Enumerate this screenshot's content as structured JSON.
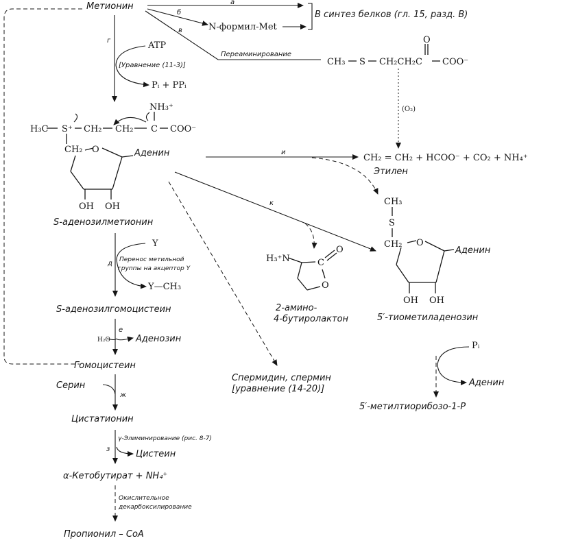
{
  "colors": {
    "ink": "#151515",
    "paper": "#ffffff"
  },
  "labels": {
    "methionine": "Метионин",
    "step_a": "а",
    "step_b": "б",
    "step_v": "в",
    "step_g": "г",
    "step_d": "д",
    "step_e": "е",
    "step_zh": "ж",
    "step_z": "з",
    "step_i": "и",
    "step_k": "к",
    "protein_synthesis": "В синтез белков (гл. 15, разд. В)",
    "n_formyl_met": "N-формил-Met",
    "transamination": "Переаминирование",
    "keto_ch3": "CH₃",
    "keto_s": "S",
    "keto_ch2ch2c": "CH₂CH₂C",
    "keto_coo": "COO⁻",
    "keto_o": "O",
    "o2": "(O₂)",
    "atp": "ATP",
    "eq_11_3": "[Уравнение (11-3)]",
    "pi_ppi": "Pᵢ + PPᵢ",
    "ethylene_products": "CH₂ = CH₂ + HCOO⁻ + CO₂ + NH₄⁺",
    "ethylene": "Этилен",
    "h3c": "H₃C",
    "s_plus": "S⁺",
    "ch2_a": "CH₂",
    "ch2_b": "CH₂",
    "c": "C",
    "coo": "COO⁻",
    "nh3_plus": "NH₃⁺",
    "ch2_ribose": "CH₂",
    "ring_o": "O",
    "adenine": "Аденин",
    "oh_1": "OH",
    "oh_2": "OH",
    "sam": "S-аденозилметионин",
    "y": "Y",
    "methyl_transfer_1": "Перенос метильной",
    "methyl_transfer_2": "группы на акцептор Y",
    "y_ch3": "Y—CH₃",
    "sah": "S-аденозилгомоцистеин",
    "h2o": "H₂O",
    "adenosine": "Аденозин",
    "homocysteine": "Гомоцистеин",
    "serine": "Серин",
    "cystathionine": "Цистатионин",
    "gamma_elim": "γ-Элиминирование (рис. 8-7)",
    "cysteine": "Цистеин",
    "ketobutyrate": "α-Кетобутират + NH₄⁺",
    "ox_decarb_1": "Окислительное",
    "ox_decarb_2": "декарбоксилирование",
    "propionyl_coa": "Пропионил – CoA",
    "spermidine": "Спермидин, спермин",
    "eq_14_20": "[уравнение (14-20)]",
    "lactone_h3n": "H₃⁺N",
    "lactone_c": "C",
    "lactone_o_keto": "O",
    "lactone_o_ring": "O",
    "aminobutyrolactone_1": "2-амино-",
    "aminobutyrolactone_2": "4-бутиролактон",
    "mta_ch3": "CH₃",
    "mta_s": "S",
    "mta_ch2": "CH₂",
    "mta_ring_o": "O",
    "mta_adenine": "Аденин",
    "mta_oh_1": "OH",
    "mta_oh_2": "OH",
    "mta": "5′-тиометиладенозин",
    "pi": "Pᵢ",
    "adenine_released": "Аденин",
    "mtr1p": "5′-метилтиорибозо-1-P"
  }
}
